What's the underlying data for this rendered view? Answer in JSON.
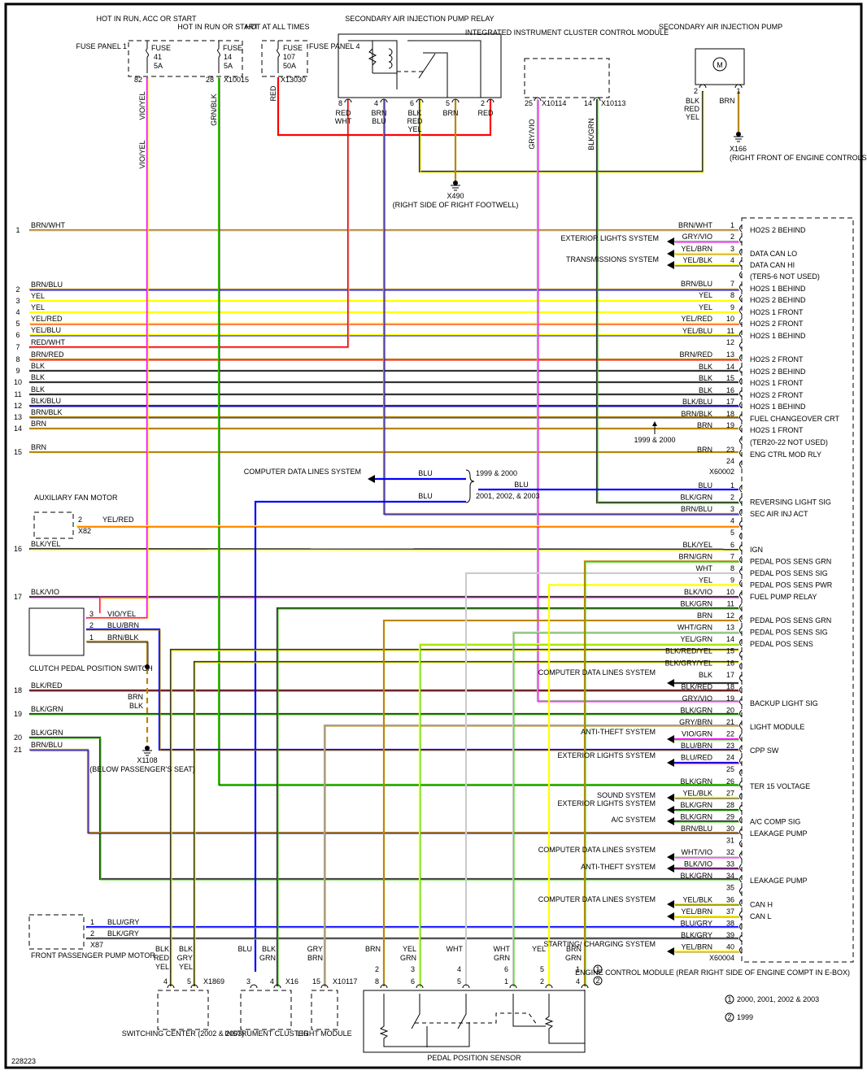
{
  "diagram_id": "228223",
  "colors": {
    "BRN": "#b8860b",
    "RED": "#ff0000",
    "YEL": "#ffff00",
    "BLU": "#0000ff",
    "GRN": "#33cc00",
    "BLK": "#333333",
    "WHT": "#cccccc",
    "VIO": "#ff00ff",
    "GRY": "#aaaaaa"
  },
  "top": {
    "fuse_panel_1": {
      "label": "FUSE PANEL 1"
    },
    "fuse41": {
      "heading": "HOT IN RUN, ACC OR START",
      "name": "FUSE",
      "num": "41",
      "amp": "5A",
      "pin": "82",
      "wire": "VIO/YEL"
    },
    "fuse14": {
      "heading": "HOT IN RUN OR START",
      "name": "FUSE",
      "num": "14",
      "amp": "5A",
      "pin": "28",
      "conn": "X10015",
      "wire": "GRN/BLK"
    },
    "fuse107": {
      "heading": "HOT AT ALL TIMES",
      "name": "FUSE",
      "num": "107",
      "amp": "50A",
      "conn": "X13030",
      "wire": "RED",
      "panel": "FUSE PANEL 4"
    },
    "relay": {
      "title": "SECONDARY AIR INJECTION PUMP RELAY",
      "pins": [
        {
          "pin": "8",
          "wire": "RED/ WHT"
        },
        {
          "pin": "4",
          "wire": "BRN/ BLU"
        },
        {
          "pin": "6",
          "wire": "BLK/ RED/ YEL"
        },
        {
          "pin": "5",
          "wire": "BRN"
        },
        {
          "pin": "2",
          "wire": "RED"
        }
      ]
    },
    "ground_x490": {
      "id": "X490",
      "location": "(RIGHT SIDE OF RIGHT FOOTWELL)"
    },
    "cluster": {
      "title": "INTEGRATED INSTRUMENT CLUSTER CONTROL MODULE",
      "pins": [
        {
          "pin": "25",
          "conn": "X10114",
          "wire": "GRY/VIO"
        },
        {
          "pin": "14",
          "conn": "X10113",
          "wire": "BLK/GRN"
        }
      ]
    },
    "pump": {
      "title": "SECONDARY AIR INJECTION PUMP",
      "motor": "M",
      "pins": [
        {
          "pin": "2",
          "wire": "BLK/ RED/ YEL"
        },
        {
          "pin": "1",
          "wire": "BRN"
        }
      ]
    },
    "ground_x166": {
      "id": "X166",
      "location": "(RIGHT FRONT OF ENGINE CONTROLS)"
    }
  },
  "left_lines": [
    {
      "num": "1",
      "wire": "BRN/WHT"
    },
    {
      "num": "2",
      "wire": "BRN/BLU"
    },
    {
      "num": "3",
      "wire": "YEL"
    },
    {
      "num": "4",
      "wire": "YEL"
    },
    {
      "num": "5",
      "wire": "YEL/RED"
    },
    {
      "num": "6",
      "wire": "YEL/BLU"
    },
    {
      "num": "7",
      "wire": "RED/WHT"
    },
    {
      "num": "8",
      "wire": "BRN/RED"
    },
    {
      "num": "9",
      "wire": "BLK"
    },
    {
      "num": "10",
      "wire": "BLK"
    },
    {
      "num": "11",
      "wire": "BLK"
    },
    {
      "num": "12",
      "wire": "BLK/BLU"
    },
    {
      "num": "13",
      "wire": "BRN/BLK"
    },
    {
      "num": "14",
      "wire": "BRN"
    },
    {
      "num": "15",
      "wire": "BRN"
    },
    {
      "num": "16",
      "wire": "BLK/YEL"
    },
    {
      "num": "17",
      "wire": "BLK/VIO"
    },
    {
      "num": "18",
      "wire": "BLK/RED"
    },
    {
      "num": "19",
      "wire": "BLK/GRN"
    },
    {
      "num": "20",
      "wire": "BLK/GRN"
    },
    {
      "num": "21",
      "wire": "BRN/BLU"
    }
  ],
  "ecm": {
    "title": "ENGINE CONTROL MODULE (REAR RIGHT SIDE OF ENGINE COMPT IN E-BOX)",
    "connector_a": {
      "id": "X60002",
      "pins": [
        {
          "pin": "1",
          "wire": "BRN/WHT",
          "func": "HO2S 2 BEHIND"
        },
        {
          "pin": "2",
          "wire": "GRY/VIO",
          "func": ""
        },
        {
          "pin": "3",
          "wire": "YEL/BRN",
          "func": "DATA CAN LO"
        },
        {
          "pin": "4",
          "wire": "YEL/BLK",
          "func": "DATA CAN HI"
        },
        {
          "pin": "",
          "wire": "",
          "func": "(TER5-6 NOT USED)"
        },
        {
          "pin": "7",
          "wire": "BRN/BLU",
          "func": "HO2S 1 BEHIND"
        },
        {
          "pin": "8",
          "wire": "YEL",
          "func": "HO2S 2 BEHIND"
        },
        {
          "pin": "9",
          "wire": "YEL",
          "func": "HO2S 1 FRONT"
        },
        {
          "pin": "10",
          "wire": "YEL/RED",
          "func": "HO2S 2 FRONT"
        },
        {
          "pin": "11",
          "wire": "YEL/BLU",
          "func": "HO2S 1 BEHIND"
        },
        {
          "pin": "12",
          "wire": "",
          "func": ""
        },
        {
          "pin": "13",
          "wire": "BRN/RED",
          "func": "HO2S 2 FRONT"
        },
        {
          "pin": "14",
          "wire": "BLK",
          "func": "HO2S 2 BEHIND"
        },
        {
          "pin": "15",
          "wire": "BLK",
          "func": "HO2S 1 FRONT"
        },
        {
          "pin": "16",
          "wire": "BLK",
          "func": "HO2S 2 FRONT"
        },
        {
          "pin": "17",
          "wire": "BLK/BLU",
          "func": "HO2S 1 BEHIND"
        },
        {
          "pin": "18",
          "wire": "BRN/BLK",
          "func": "FUEL CHANGEOVER CRT"
        },
        {
          "pin": "19",
          "wire": "BRN",
          "func": "HO2S 1 FRONT"
        },
        {
          "pin": "",
          "wire": "",
          "func": "(TER20-22 NOT USED)"
        },
        {
          "pin": "23",
          "wire": "BRN",
          "func": "ENG CTRL MOD RLY"
        },
        {
          "pin": "24",
          "wire": "",
          "func": ""
        }
      ]
    },
    "connector_b": {
      "id": "X60004",
      "pins": [
        {
          "pin": "1",
          "wire": "BLU",
          "func": ""
        },
        {
          "pin": "2",
          "wire": "BLK/GRN",
          "func": "REVERSING LIGHT SIG"
        },
        {
          "pin": "3",
          "wire": "BRN/BLU",
          "func": "SEC AIR INJ ACT"
        },
        {
          "pin": "4",
          "wire": "",
          "func": ""
        },
        {
          "pin": "5",
          "wire": "",
          "func": ""
        },
        {
          "pin": "6",
          "wire": "BLK/YEL",
          "func": "IGN"
        },
        {
          "pin": "7",
          "wire": "BRN/GRN",
          "func": "PEDAL POS SENS GRN"
        },
        {
          "pin": "8",
          "wire": "WHT",
          "func": "PEDAL POS SENS SIG"
        },
        {
          "pin": "9",
          "wire": "YEL",
          "func": "PEDAL POS SENS PWR"
        },
        {
          "pin": "10",
          "wire": "BLK/VIO",
          "func": "FUEL PUMP RELAY"
        },
        {
          "pin": "11",
          "wire": "BLK/GRN",
          "func": ""
        },
        {
          "pin": "12",
          "wire": "BRN",
          "func": "PEDAL POS SENS GRN"
        },
        {
          "pin": "13",
          "wire": "WHT/GRN",
          "func": "PEDAL POS SENS SIG"
        },
        {
          "pin": "14",
          "wire": "YEL/GRN",
          "func": "PEDAL POS SENS"
        },
        {
          "pin": "15",
          "wire": "BLK/RED/YEL",
          "func": ""
        },
        {
          "pin": "16",
          "wire": "BLK/GRY/YEL",
          "func": ""
        },
        {
          "pin": "17",
          "wire": "BLK",
          "func": ""
        },
        {
          "pin": "18",
          "wire": "BLK/RED",
          "func": ""
        },
        {
          "pin": "19",
          "wire": "GRY/VIO",
          "func": "BACKUP LIGHT SIG"
        },
        {
          "pin": "20",
          "wire": "BLK/GRN",
          "func": ""
        },
        {
          "pin": "21",
          "wire": "GRY/BRN",
          "func": "LIGHT MODULE"
        },
        {
          "pin": "22",
          "wire": "VIO/GRN",
          "func": ""
        },
        {
          "pin": "23",
          "wire": "BLU/BRN",
          "func": "CPP SW"
        },
        {
          "pin": "24",
          "wire": "BLU/RED",
          "func": ""
        },
        {
          "pin": "25",
          "wire": "",
          "func": ""
        },
        {
          "pin": "26",
          "wire": "BLK/GRN",
          "func": "TER 15 VOLTAGE"
        },
        {
          "pin": "27",
          "wire": "YEL/BLK",
          "func": ""
        },
        {
          "pin": "28",
          "wire": "BLK/GRN",
          "func": ""
        },
        {
          "pin": "29",
          "wire": "BLK/GRN",
          "func": "A/C COMP SIG"
        },
        {
          "pin": "30",
          "wire": "BRN/BLU",
          "func": "LEAKAGE PUMP"
        },
        {
          "pin": "31",
          "wire": "",
          "func": ""
        },
        {
          "pin": "32",
          "wire": "WHT/VIO",
          "func": ""
        },
        {
          "pin": "33",
          "wire": "BLK/VIO",
          "func": ""
        },
        {
          "pin": "34",
          "wire": "BLK/GRN",
          "func": "LEAKAGE PUMP"
        },
        {
          "pin": "35",
          "wire": "",
          "func": ""
        },
        {
          "pin": "36",
          "wire": "YEL/BLK",
          "func": "CAN H"
        },
        {
          "pin": "37",
          "wire": "YEL/BRN",
          "func": "CAN L"
        },
        {
          "pin": "38",
          "wire": "BLU/GRY",
          "func": ""
        },
        {
          "pin": "39",
          "wire": "BLK/GRY",
          "func": ""
        },
        {
          "pin": "40",
          "wire": "YEL/BRN",
          "func": ""
        }
      ]
    },
    "footnotes": [
      {
        "mark": "1",
        "text": "2000, 2001, 2002 & 2003"
      },
      {
        "mark": "2",
        "text": "1999"
      }
    ]
  },
  "arrows": [
    {
      "text": "EXTERIOR LIGHTS SYSTEM"
    },
    {
      "text": "TRANSMISSIONS SYSTEM"
    },
    {
      "text": "COMPUTER DATA LINES SYSTEM"
    },
    {
      "text": "ANTI-THEFT SYSTEM"
    },
    {
      "text": "EXTERIOR LIGHTS SYSTEM"
    },
    {
      "text": "SOUND SYSTEM"
    },
    {
      "text": "EXTERIOR LIGHTS SYSTEM"
    },
    {
      "text": "A/C SYSTEM"
    },
    {
      "text": "COMPUTER DATA LINES SYSTEM"
    },
    {
      "text": "ANTI-THEFT SYSTEM"
    },
    {
      "text": "COMPUTER DATA LINES SYSTEM"
    },
    {
      "text": "STARTING/ CHARGING SYSTEM"
    }
  ],
  "year_note_1999": "1999 & 2000",
  "blu_split": {
    "dest": "COMPUTER DATA LINES SYSTEM",
    "wire": "BLU",
    "years_a": "1999 & 2000",
    "years_b": "2001, 2002, & 2003"
  },
  "components": {
    "aux_fan": {
      "title": "AUXILIARY FAN MOTOR",
      "pin": "2",
      "conn": "X82",
      "wire": "YEL/RED"
    },
    "clutch": {
      "title": "CLUTCH PEDAL POSITION SWITCH",
      "pins": [
        {
          "pin": "3",
          "wire": "VIO/YEL"
        },
        {
          "pin": "2",
          "wire": "BLU/BRN"
        },
        {
          "pin": "1",
          "wire": "BRN/BLK"
        }
      ]
    },
    "ground_x1108": {
      "id": "X1108",
      "location": "(BELOW PASSENGER'S SEAT)",
      "wire": "BRN/ BLK"
    },
    "passenger_pump": {
      "title": "FRONT PASSENGER PUMP MOTOR",
      "conn": "X87",
      "pins": [
        {
          "pin": "1",
          "wire": "BLU/GRY"
        },
        {
          "pin": "2",
          "wire": "BLK/GRY"
        }
      ]
    },
    "switching_center": {
      "title": "SWITCHING CENTER (2002 & 2003)",
      "conn": "X1869",
      "pins": [
        {
          "pin": "4",
          "wire": "BLK/ RED/ YEL"
        },
        {
          "pin": "5",
          "wire": "BLK/ GRY/ YEL"
        }
      ]
    },
    "instrument_cluster": {
      "title": "INSTRUMENT CLUSTER",
      "conn": "X16",
      "pins": [
        {
          "pin": "3",
          "wire": "BLU"
        },
        {
          "pin": "4",
          "wire": "BLK/ GRN"
        }
      ]
    },
    "light_module": {
      "title": "LIGHT MODULE",
      "conn": "X10117",
      "pins": [
        {
          "pin": "15",
          "wire": "GRY/ BRN"
        }
      ]
    },
    "pedal_sensor": {
      "title": "PEDAL POSITION SENSOR",
      "pins": [
        {
          "wire": "BRN",
          "p1": "2",
          "p2": "8"
        },
        {
          "wire": "YEL/ GRN",
          "p1": "3",
          "p2": "6"
        },
        {
          "wire": "WHT",
          "p1": "4",
          "p2": "5"
        },
        {
          "wire": "WHT/ GRN",
          "p1": "6",
          "p2": "1"
        },
        {
          "wire": "YEL",
          "p1": "5",
          "p2": "2"
        },
        {
          "wire": "BRN/ GRN",
          "p1": "1",
          "p2": "4"
        }
      ]
    }
  }
}
